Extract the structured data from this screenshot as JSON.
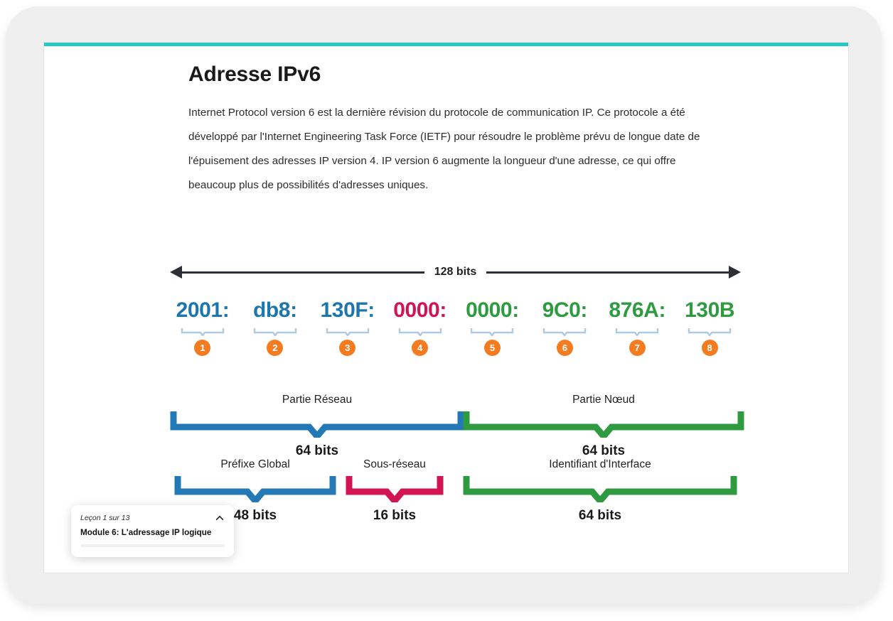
{
  "card": {
    "accent_color": "#24c9c6"
  },
  "article": {
    "title": "Adresse IPv6",
    "paragraph": "Internet Protocol version 6 est la dernière révision du protocole de communication IP. Ce protocole a été développé par l'Internet Engineering Task Force (IETF) pour résoudre le problème prévu de longue date de l'épuisement des adresses IP version 4. IP version 6 augmente la longueur d'une adresse, ce qui offre beaucoup plus de possibilités d'adresses uniques."
  },
  "diagram": {
    "total_width_label": "128 bits",
    "colors": {
      "blue": "#1d76ac",
      "crimson": "#d21453",
      "green": "#2f9b41",
      "orange": "#f47b20",
      "small_brace": "#aec9e0",
      "arrow": "#2b2f36"
    },
    "hextets": [
      {
        "value": "2001:",
        "color": "blue",
        "index": "1"
      },
      {
        "value": "db8:",
        "color": "blue",
        "index": "2"
      },
      {
        "value": "130F:",
        "color": "blue",
        "index": "3"
      },
      {
        "value": "0000:",
        "color": "crimson",
        "index": "4"
      },
      {
        "value": "0000:",
        "color": "green",
        "index": "5"
      },
      {
        "value": "9C0:",
        "color": "green",
        "index": "6"
      },
      {
        "value": "876A:",
        "color": "green",
        "index": "7"
      },
      {
        "value": "130B",
        "color": "green",
        "index": "8"
      }
    ],
    "halves": [
      {
        "caption": "Partie Réseau",
        "bits": "64 bits",
        "color": "blue"
      },
      {
        "caption": "Partie Nœud",
        "bits": "64 bits",
        "color": "green"
      }
    ],
    "fields": [
      {
        "caption": "Préfixe Global",
        "bits": "48 bits",
        "color": "blue"
      },
      {
        "caption": "Sous-réseau",
        "bits": "16 bits",
        "color": "crimson"
      },
      {
        "caption": "Identifiant d'Interface",
        "bits": "64 bits",
        "color": "green"
      }
    ]
  },
  "lesson_popup": {
    "counter": "Leçon 1 sur 13",
    "title": "Module 6: L'adressage IP logique",
    "collapse_icon": "chevron-up-icon",
    "progress_percent": 0
  }
}
